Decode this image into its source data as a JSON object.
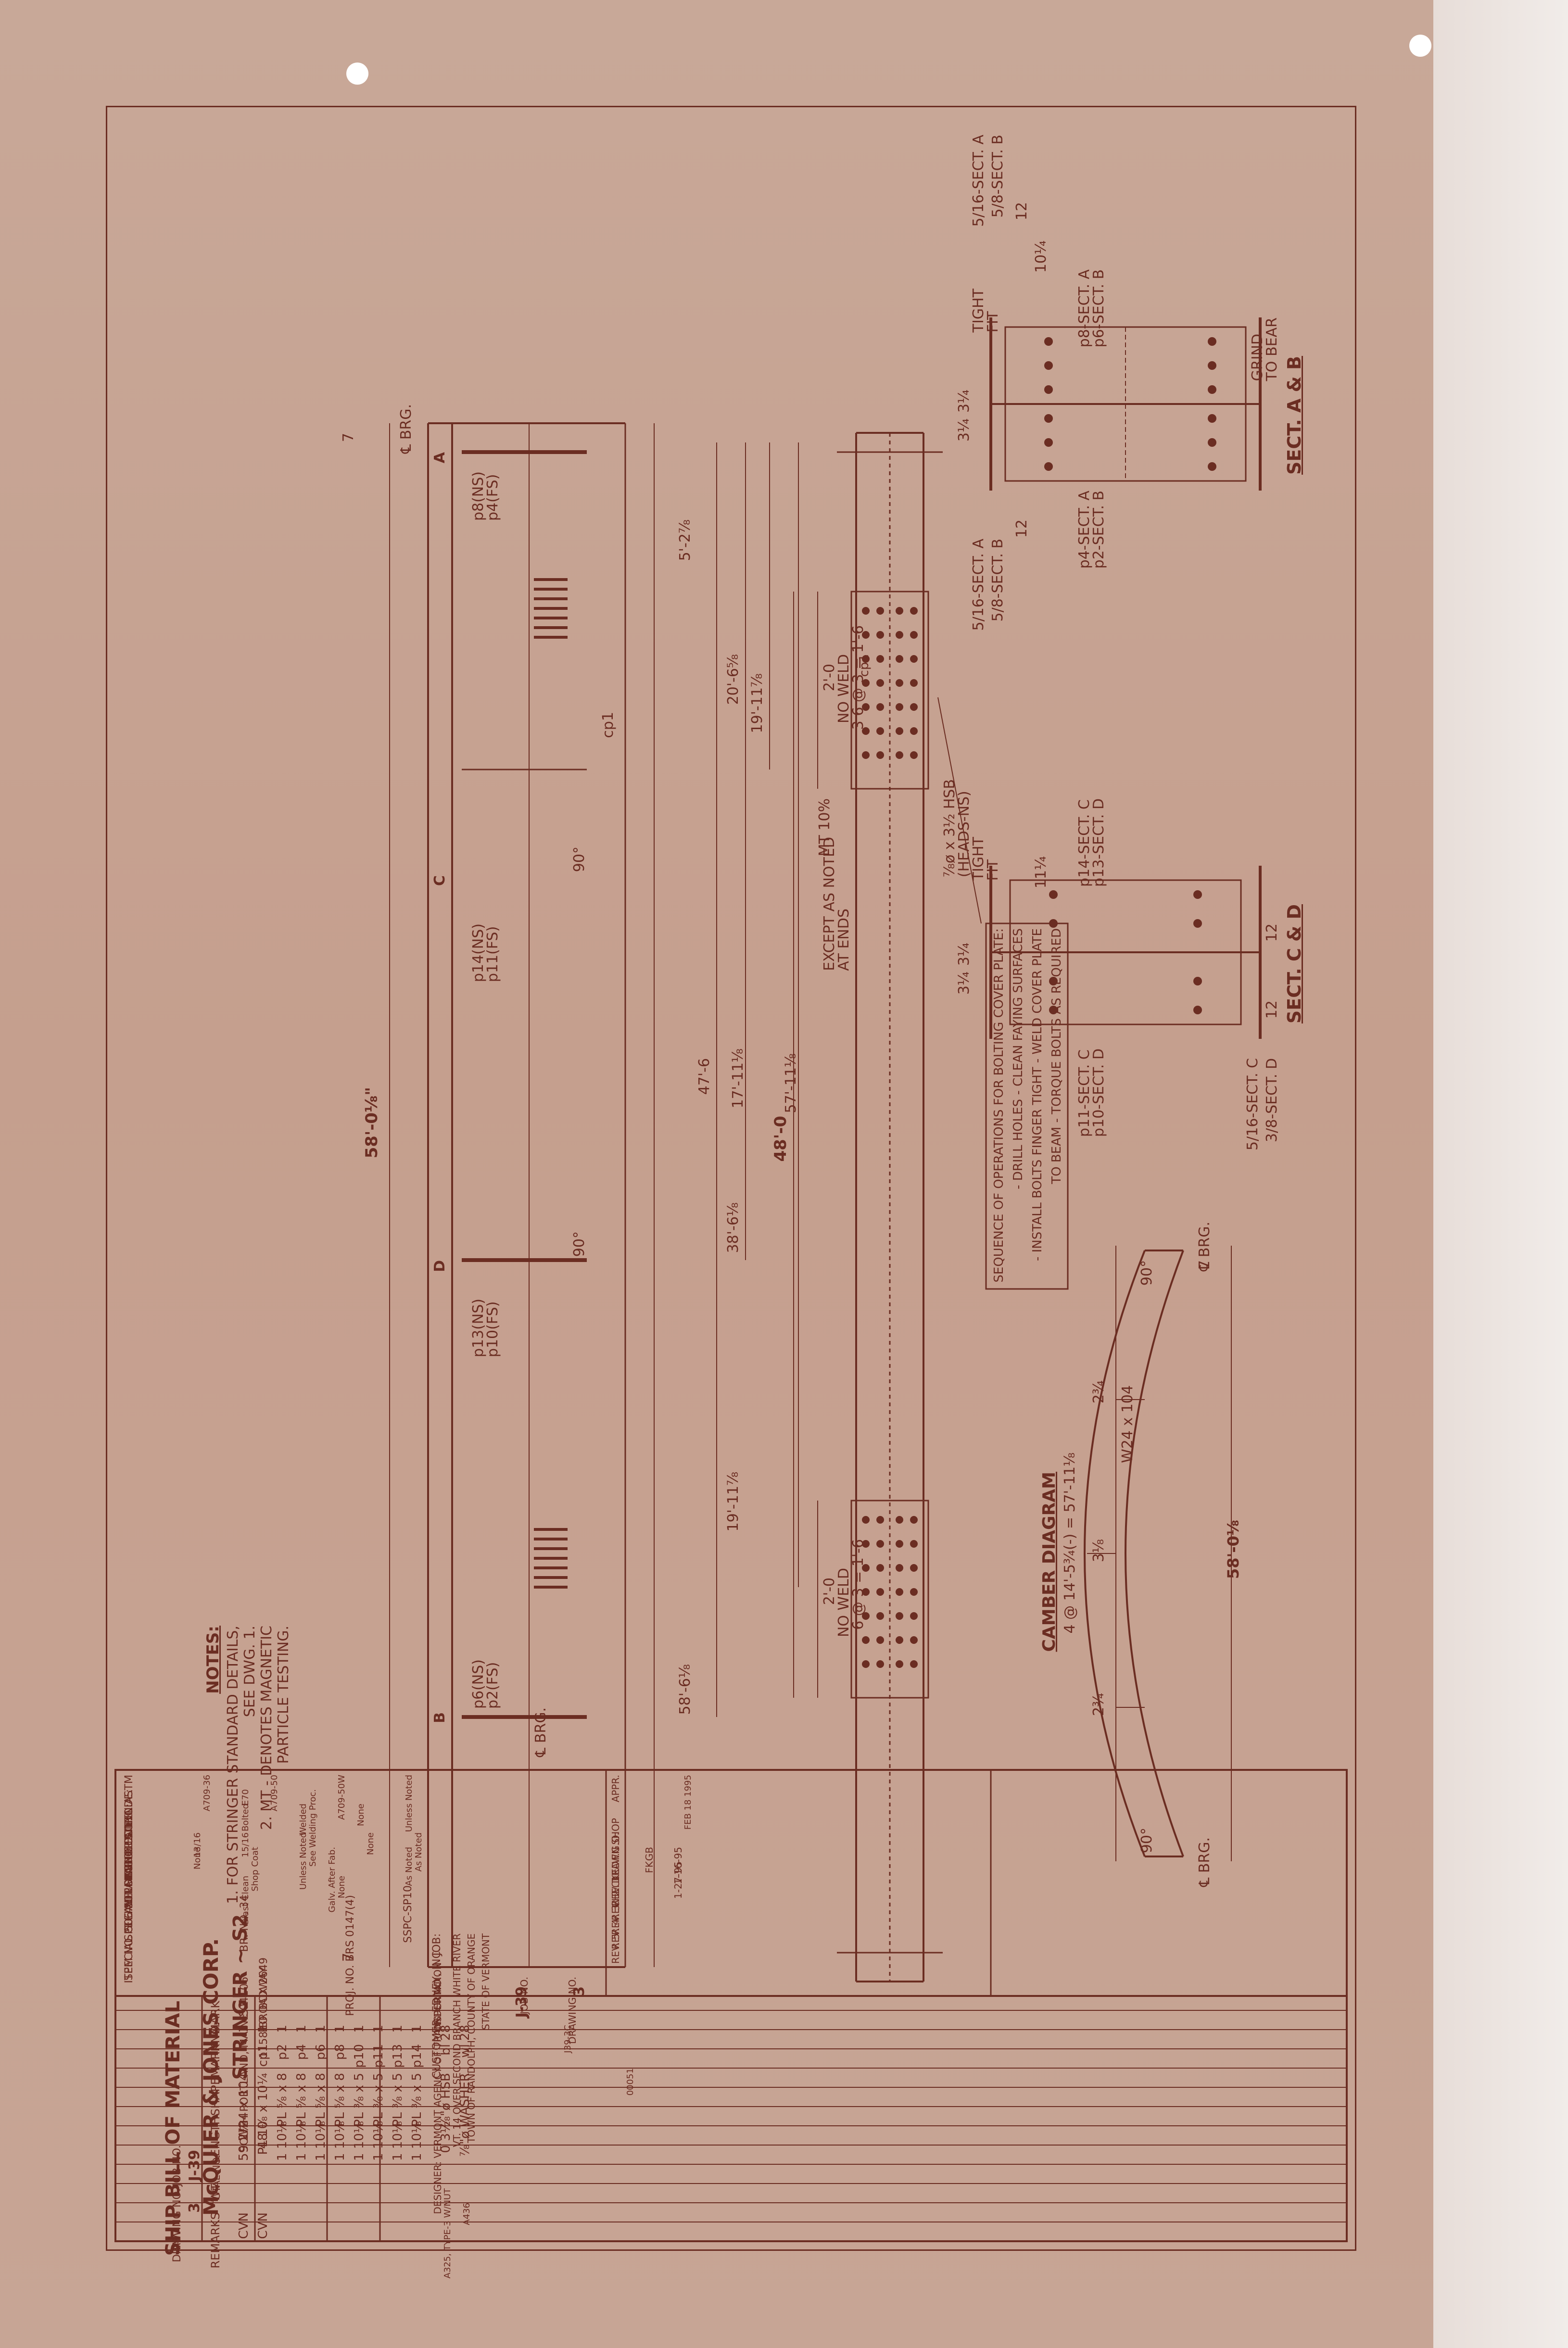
{
  "colors": {
    "paper": "#c59f8e",
    "ink": "#6b2d22",
    "strip": "#ece4e0"
  },
  "elevation": {
    "overall_length": "58'-0⅛\"",
    "end_dist": "7",
    "brg_label": "℄ BRG.",
    "sect_marks": {
      "a": "A",
      "b": "B",
      "c": "C",
      "d": "D"
    },
    "stiffener_labels": {
      "left": "p8(NS)\np4(FS)",
      "c": "p14(NS)\np11(FS)",
      "d": "p13(NS)\np10(FS)",
      "right": "p6(NS)\np2(FS)"
    },
    "dims": {
      "d1": "5'-2⅞",
      "d2": "20'-6⅝",
      "d3": "19'-11⅞",
      "d4": "47'-6",
      "d5": "17'-11⅛",
      "d6": "57'-11⅛",
      "d7": "38'-6⅛",
      "d8": "19'-11⅞",
      "d9": "58'-6⅛",
      "brg_right": "℄ BRG.",
      "weld_size": "5\n16",
      "angle": "90°"
    },
    "cp_label": "cp1"
  },
  "plan": {
    "left_splice": {
      "dim": "2'-0",
      "note": "NO WELD",
      "bolts": "3 6 @ 3 = 1'-6",
      "label": "cp1"
    },
    "right_splice": {
      "dim": "2'-0",
      "note": "NO WELD",
      "bolts": "6 @ 3 = 1'-6"
    },
    "hsb": "⅞ø x 3½ HSB\n(HEADS-NS)",
    "mt": "MT 10%",
    "except": "EXCEPT AS NOTED\nAT ENDS",
    "total": "48'-0",
    "sequence_title": "SEQUENCE OF OPERATIONS FOR BOLTING COVER PLATE:",
    "sequence_lines": [
      "- DRILL HOLES - CLEAN FAYING SURFACES",
      "- INSTALL BOLTS FINGER TIGHT - WELD COVER PLATE",
      "TO BEAM - TORQUE BOLTS AS REQUIRED"
    ]
  },
  "sect_ab": {
    "title": "SECT. A & B",
    "tight_fit": "TIGHT\nFIT",
    "labels_top": [
      "5/16-SECT. A",
      "5/8-SECT. B"
    ],
    "labels_bot": [
      "5/16-SECT. A",
      "5/8-SECT. B"
    ],
    "p_left": "p8-SECT. A\np6-SECT. B",
    "p_right": "p4-SECT. A\np2-SECT. B",
    "dim_12": "12",
    "dim_10": "10¼",
    "dim_3": "3¼",
    "grind": "GRIND\nTO BEAR"
  },
  "sect_cd": {
    "title": "SECT. C & D",
    "tight_fit": "TIGHT\nFIT",
    "p_left": "p14-SECT. C\np13-SECT. D",
    "p_right": "p11-SECT. C\np10-SECT. D",
    "dim_11": "11¼",
    "dim_12": "12",
    "dim_3": "3¼",
    "labels_right": [
      "5/16-SECT. C",
      "3/8-SECT. D"
    ]
  },
  "camber": {
    "title": "CAMBER DIAGRAM",
    "member": "W24 x 104",
    "span": "58'-0⅛",
    "formula": "4 @ 14'-5¾(-) = 57'-11⅛",
    "ord_left": "2¾",
    "ord_mid": "3⅛",
    "ord_right": "2¾",
    "brg": "℄ BRG.",
    "angle": "90°",
    "end": "7"
  },
  "notes": {
    "title": "NOTES:",
    "items": [
      "1. FOR STRINGER STANDARD DETAILS,",
      "    SEE DWG. 1.",
      "2. MT - DENOTES MAGNETIC",
      "    PARTICLE TESTING."
    ]
  },
  "bom": {
    "header": "SHIP   BILL OF MATERIAL",
    "job_no_label": "JOB NO.",
    "dwg_label": "DRAWING NO.",
    "rev_label": "REV.",
    "job_no": "J-39",
    "dwg_no": "3",
    "columns": [
      "MARK",
      "NO.",
      "MARK",
      "SHAPE",
      "LENGTH",
      "TOTAL NO.",
      "WT",
      "REMARKS"
    ],
    "rows": [
      [
        "S2",
        "1",
        "",
        "W24 x 104",
        "59  2⅛",
        "",
        "",
        "CVN"
      ],
      [
        "",
        "1",
        "cp1",
        "PL 1⅛ x 10¼",
        "48  0",
        "",
        "",
        "CVN"
      ],
      [
        "",
        "1",
        "p2",
        "PL ⅝ x 8",
        "1  10⅛",
        "",
        "",
        ""
      ],
      [
        "",
        "1",
        "p4",
        "PL ⅝ x 8",
        "1  10⅛",
        "",
        "",
        ""
      ],
      [
        "",
        "1",
        "p6",
        "PL ⅝ x 8",
        "1  10⅛",
        "",
        "",
        ""
      ],
      [
        "",
        "1",
        "p8",
        "PL ⅝ x 8",
        "1  10⅛",
        "",
        "",
        ""
      ],
      [
        "",
        "1",
        "p10",
        "PL ⅜ x 5",
        "1  10⅛",
        "",
        "",
        ""
      ],
      [
        "",
        "1",
        "p11",
        "PL ⅜ x 5",
        "1  10⅛",
        "",
        "",
        ""
      ],
      [
        "",
        "1",
        "p13",
        "PL ⅜ x 5",
        "1  10⅛",
        "",
        "",
        ""
      ],
      [
        "",
        "1",
        "p14",
        "PL ⅜ x 5",
        "1  10⅛",
        "",
        "",
        ""
      ],
      [
        "",
        "28",
        "bl",
        "⅞\"ø HSB",
        "0  3½",
        "",
        "",
        "A325, TYPE-3 W/NUT"
      ],
      [
        "",
        "28",
        "wl",
        "⅞\"ø WASHER",
        "",
        "",
        "",
        "A436"
      ]
    ]
  },
  "spec": {
    "steel": "STEEL ASTM",
    "steel_opts": [
      "A709-36",
      "A709-50",
      "A709-50W",
      "Unless Noted"
    ],
    "welding": "WELDING ELECTRODE:",
    "weld_opts": [
      "E70",
      "See Welding Proc."
    ],
    "shop_conn": "SHOP CONN:",
    "field_conn": "FIELD CONN:",
    "conn_opts": [
      "Bolted",
      "Welded",
      "None"
    ],
    "holes": "HOLES",
    "holes_opts": [
      "13/16",
      "15/16",
      "Unless Noted",
      "None",
      "As Noted"
    ],
    "paint": "PAINT:",
    "paint_opts": [
      "None",
      "Shop Coat",
      "Galv. After Fab.",
      "As Noted"
    ],
    "special_paint": "SPECIAL PAINT:",
    "cleaning": "SPECIAL CLEANING:",
    "cleaning_opts": [
      "Blast Clean",
      "None"
    ],
    "item_no": "ITEM NO. 506.50",
    "br_no": "BR. NO. 34",
    "proj_no": "PROJ. NO. BRS 0147(4)",
    "sspc": "SSPC-SP10"
  },
  "titleblock": {
    "title": "STRINGER ~ S2",
    "company": "McQUIER & JONES CORP.",
    "address": [
      "P.O. BOX 2649",
      "1158 BROADWAY",
      "SOUTH PORTLAND, MAINE 04106"
    ],
    "job_label": "JOB:",
    "job": [
      "VT. 14 OVER SECOND BRANCH WHITE RIVER",
      "TOWN OF RANDOLPH, COUNTY OF ORANGE",
      "STATE OF VERMONT"
    ],
    "customer": "CUSTOMER: EDNEY, INC.",
    "designer": "DESIGNER: VERMONT AGENCY OF TRANSPORTATION",
    "order_no": "ORDER NO.",
    "job_no": "JOB NO.",
    "drawing_no": "DRAWING NO.",
    "job_val": "J-39",
    "dwg_val": "3",
    "drawn": "DRAWN",
    "drawn_by": "GB",
    "drawn_date": "1-16-95",
    "checked": "CHECKED",
    "checked_by": "FK",
    "checked_date": "1-27-95",
    "fgo": "F.G.O.",
    "appr": "APPR.",
    "appr_date": "FEB 18 1995",
    "revs": [
      "REV. 1",
      "REV. 2",
      "REV. 3",
      "REV. 4",
      "REV. 5"
    ],
    "shop": "SHOP"
  },
  "footer_code": "00051",
  "margin_code": "J39-3C"
}
